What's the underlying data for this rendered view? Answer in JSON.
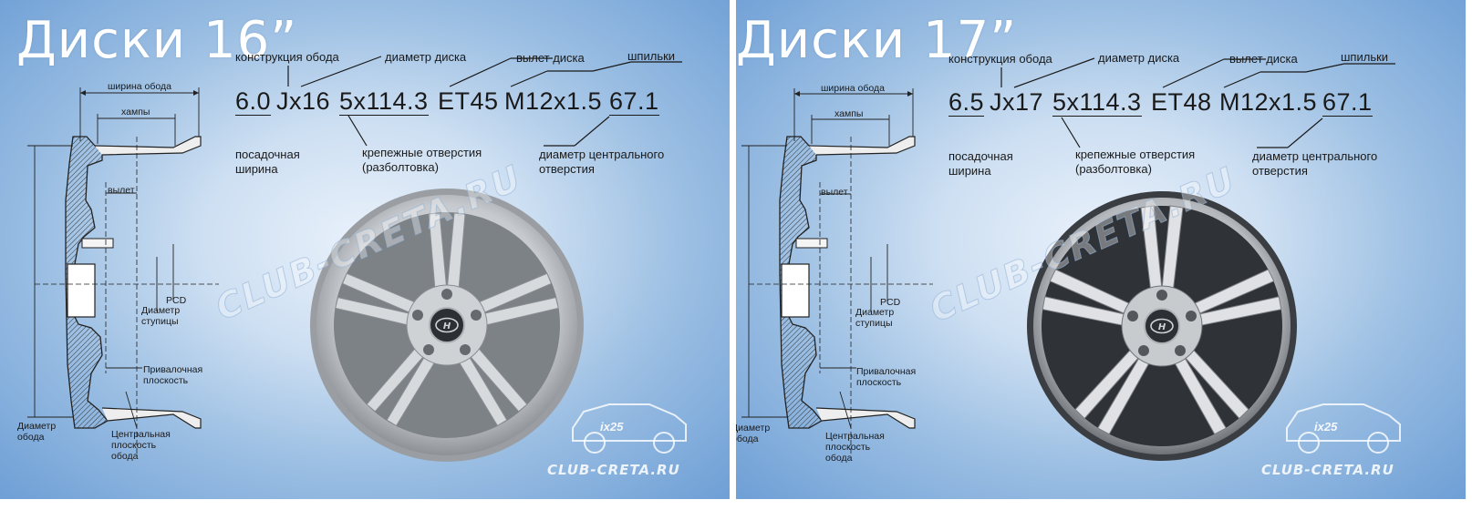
{
  "panels": [
    {
      "title": "Диски 16”",
      "annotations": {
        "rim_construction": "конструкция обода",
        "wheel_diameter": "диаметр диска",
        "offset": "вылет диска",
        "studs": "шпильки",
        "seat_width_1": "посадочная",
        "seat_width_2": "ширина",
        "bolt_holes_1": "крепежные отверстия",
        "bolt_holes_2": "(разболтовка)",
        "center_bore_1": "диаметр центрального",
        "center_bore_2": "отверстия"
      },
      "code": {
        "width": "6.0",
        "jx": "Jx16",
        "pcd": "5x114.3",
        "et": "ET45",
        "stud": "M12x1.5",
        "dia": "67.1"
      },
      "diagram": {
        "rim_width": "ширина обода",
        "humps": "хампы",
        "offset": "вылет",
        "pcd": "PCD",
        "hub_diameter_1": "Диаметр",
        "hub_diameter_2": "ступицы",
        "mount_plane_1": "Привалочная",
        "mount_plane_2": "плоскость",
        "rim_diameter_1": "Диаметр",
        "rim_diameter_2": "обода",
        "center_plane_1": "Центральная",
        "center_plane_2": "плоскость",
        "center_plane_3": "обода"
      },
      "watermark": "CLUB-CRETA.RU",
      "watermark_small": "CLUB-CRETA.RU",
      "logo_badge": "ix25"
    },
    {
      "title": "Диски 17”",
      "annotations": {
        "rim_construction": "конструкция обода",
        "wheel_diameter": "диаметр диска",
        "offset": "вылет диска",
        "studs": "шпильки",
        "seat_width_1": "посадочная",
        "seat_width_2": "ширина",
        "bolt_holes_1": "крепежные отверстия",
        "bolt_holes_2": "(разболтовка)",
        "center_bore_1": "диаметр центрального",
        "center_bore_2": "отверстия"
      },
      "code": {
        "width": "6.5",
        "jx": "Jx17",
        "pcd": "5x114.3",
        "et": "ET48",
        "stud": "M12x1.5",
        "dia": "67.1"
      },
      "diagram": {
        "rim_width": "ширина обода",
        "humps": "хампы",
        "offset": "вылет",
        "pcd": "PCD",
        "hub_diameter_1": "Диаметр",
        "hub_diameter_2": "ступицы",
        "mount_plane_1": "Привалочная",
        "mount_plane_2": "плоскость",
        "rim_diameter_1": "Диаметр",
        "rim_diameter_2": "обода",
        "center_plane_1": "Центральная",
        "center_plane_2": "плоскость",
        "center_plane_3": "обода"
      },
      "watermark": "CLUB-CRETA.RU",
      "watermark_small": "CLUB-CRETA.RU",
      "logo_badge": "ix25"
    }
  ],
  "colors": {
    "panel_edge": "#6e9fd6",
    "panel_center": "#e9f1fb",
    "wheel_silver": "#c9ccd0",
    "wheel_dark": "#3d4044",
    "text": "#1a1a1a"
  }
}
